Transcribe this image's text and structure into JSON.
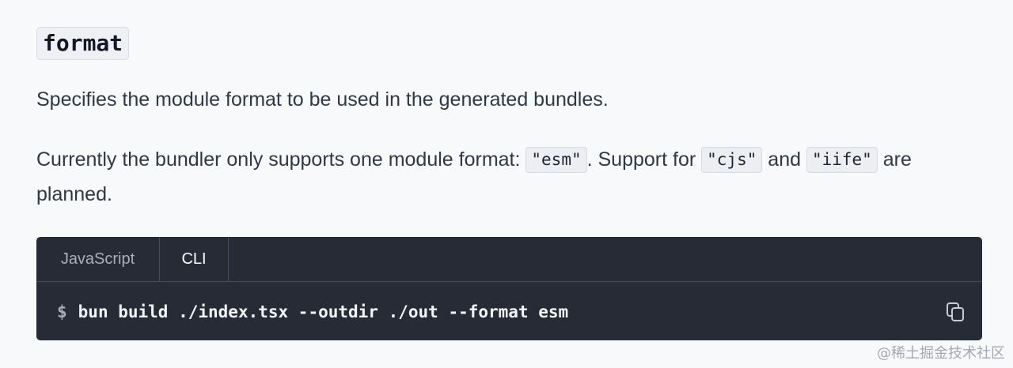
{
  "heading": {
    "code": "format"
  },
  "paragraph_1": "Specifies the module format to be used in the generated bundles.",
  "paragraph_2": {
    "text_1": "Currently the bundler only supports one module format: ",
    "code_1": "\"esm\"",
    "text_2": ". Support for ",
    "code_2": "\"cjs\"",
    "text_3": " and ",
    "code_3": "\"iife\"",
    "text_4": " are planned."
  },
  "code_block": {
    "tabs": [
      {
        "label": "JavaScript",
        "active": false
      },
      {
        "label": "CLI",
        "active": true
      }
    ],
    "prompt": "$",
    "command": "bun build ./index.tsx --outdir ./out --format esm",
    "copy_icon": "copy-icon"
  },
  "watermark": "@稀土掘金技术社区",
  "colors": {
    "page_background": "#f8f9fb",
    "body_text": "#2f3846",
    "inline_code_background": "#eceef2",
    "code_block_background": "#272b36",
    "active_tab_text": "#ffffff",
    "inactive_tab_text": "#a8aebb"
  }
}
